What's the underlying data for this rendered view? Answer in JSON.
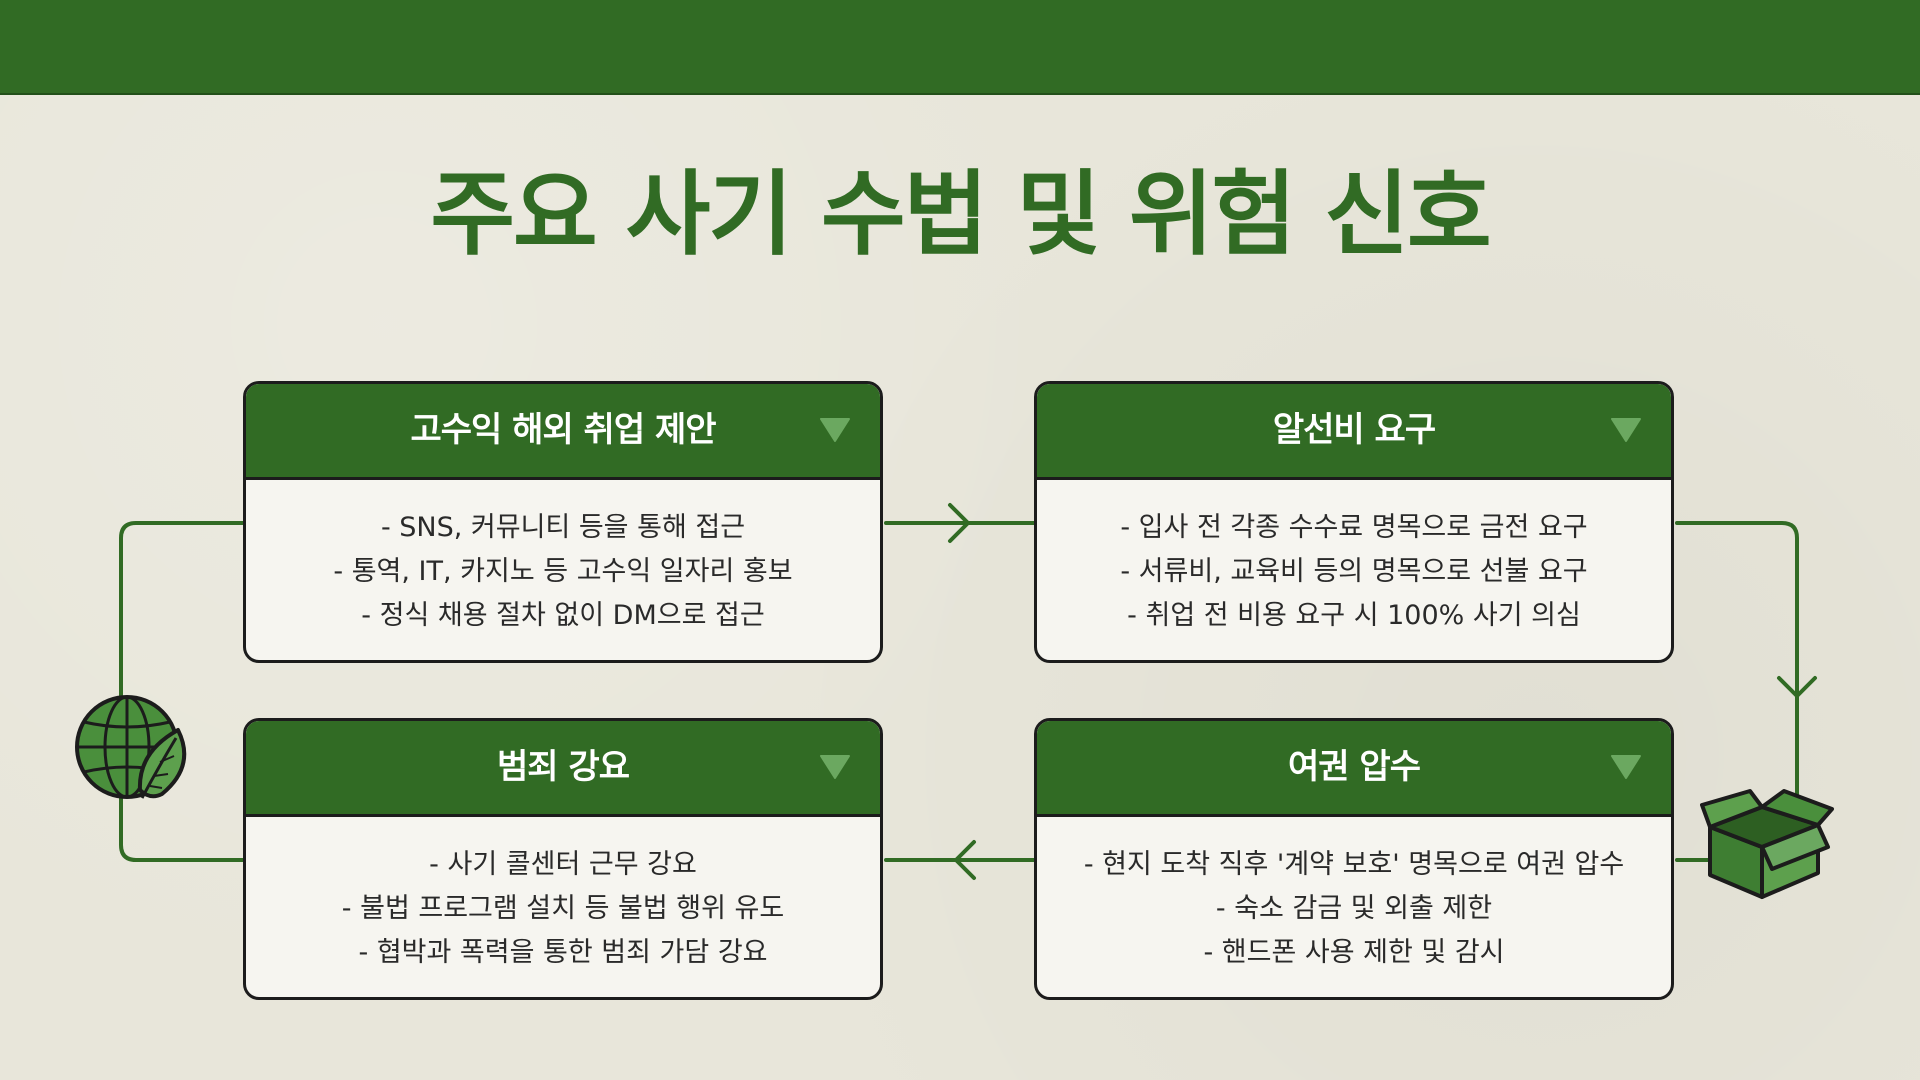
{
  "title": "주요 사기 수법 및 위험 신호",
  "colors": {
    "brand_green": "#316b24",
    "light_green": "#6ba860",
    "background": "#e8e6da",
    "card_background": "#f6f5f0"
  },
  "cards": [
    {
      "title": "고수익 해외 취업 제안",
      "lines": [
        "- SNS, 커뮤니티 등을 통해 접근",
        "- 통역, IT, 카지노 등 고수익 일자리 홍보",
        "- 정식 채용 절차 없이 DM으로 접근"
      ],
      "toggle_icon": "triangle-down-icon"
    },
    {
      "title": "알선비 요구",
      "lines": [
        "- 입사 전 각종 수수료 명목으로 금전 요구",
        "- 서류비, 교육비 등의 명목으로 선불 요구",
        "- 취업 전 비용 요구 시 100% 사기 의심"
      ],
      "toggle_icon": "triangle-down-icon"
    },
    {
      "title": "범죄 강요",
      "lines": [
        "- 사기 콜센터 근무 강요",
        "- 불법 프로그램 설치 등 불법 행위 유도",
        "- 협박과 폭력을 통한 범죄 가담 강요"
      ],
      "toggle_icon": "triangle-down-icon"
    },
    {
      "title": "여권 압수",
      "lines": [
        "- 현지 도착 직후 '계약 보호' 명목으로 여권 압수",
        "- 숙소 감금 및 외출 제한",
        "- 핸드폰 사용 제한 및 감시"
      ],
      "toggle_icon": "triangle-down-icon"
    }
  ],
  "decorations": {
    "globe": "globe-leaf-icon",
    "box": "open-box-icon"
  }
}
